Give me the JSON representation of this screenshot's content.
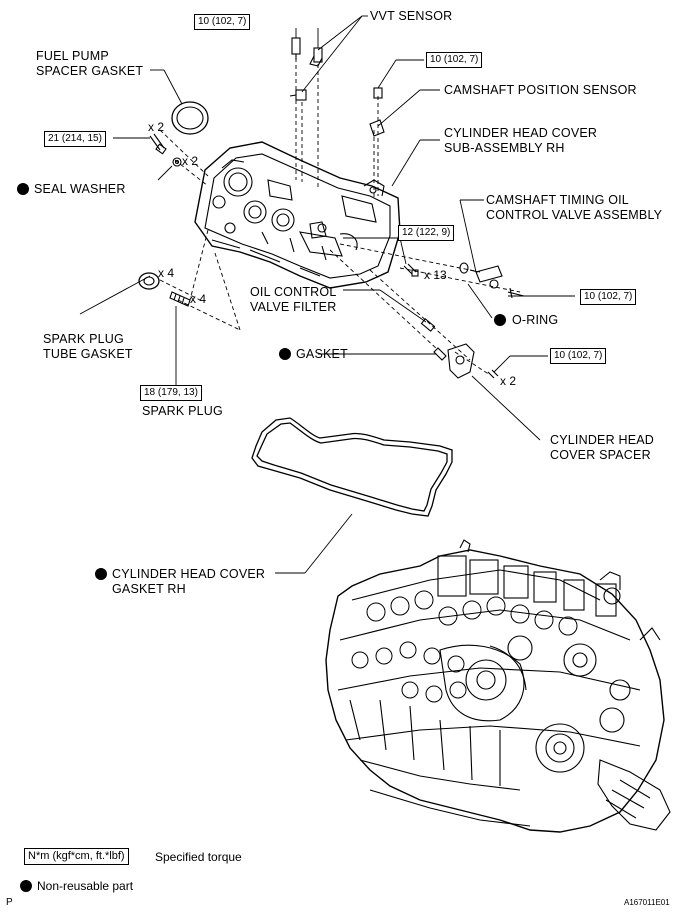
{
  "labels": {
    "fuel_pump_1": "FUEL PUMP",
    "fuel_pump_2": "SPACER GASKET",
    "vvt_sensor": "VVT SENSOR",
    "camshaft_position_sensor": "CAMSHAFT POSITION SENSOR",
    "cyl_head_cover_1": "CYLINDER HEAD COVER",
    "cyl_head_cover_2": "SUB-ASSEMBLY RH",
    "seal_washer": "SEAL WASHER",
    "camshaft_timing_1": "CAMSHAFT TIMING OIL",
    "camshaft_timing_2": "CONTROL VALVE ASSEMBLY",
    "oil_control_filter_1": "OIL CONTROL",
    "oil_control_filter_2": "VALVE FILTER",
    "o_ring": "O-RING",
    "spark_plug_tube_1": "SPARK PLUG",
    "spark_plug_tube_2": "TUBE GASKET",
    "gasket": "GASKET",
    "spark_plug": "SPARK PLUG",
    "cyl_head_spacer_1": "CYLINDER HEAD",
    "cyl_head_spacer_2": "COVER SPACER",
    "cyl_head_gasket_1": "CYLINDER HEAD COVER",
    "cyl_head_gasket_2": "GASKET RH"
  },
  "torques": {
    "vvt_bolt": "10 (102, 7)",
    "cam_sensor_bolt": "10 (102, 7)",
    "stud_bolt": "21 (214, 15)",
    "cover_bolts": "12 (122, 9)",
    "ocv_bolt": "10 (102, 7)",
    "spacer_bolts": "10 (102, 7)",
    "spark_plug": "18 (179, 13)"
  },
  "quantities": {
    "stud": "x 2",
    "washer": "x 2",
    "tube_gasket": "x 4",
    "spark_plug": "x 4",
    "cover_bolts": "x 13",
    "spacer_bolts": "x 2"
  },
  "legend": {
    "torque_unit": "N*m (kgf*cm, ft.*lbf)",
    "torque_text": "Specified torque",
    "nonreusable_text": "Non-reusable part"
  },
  "corner": {
    "page_letter": "P",
    "figure_id": "A167011E01"
  }
}
